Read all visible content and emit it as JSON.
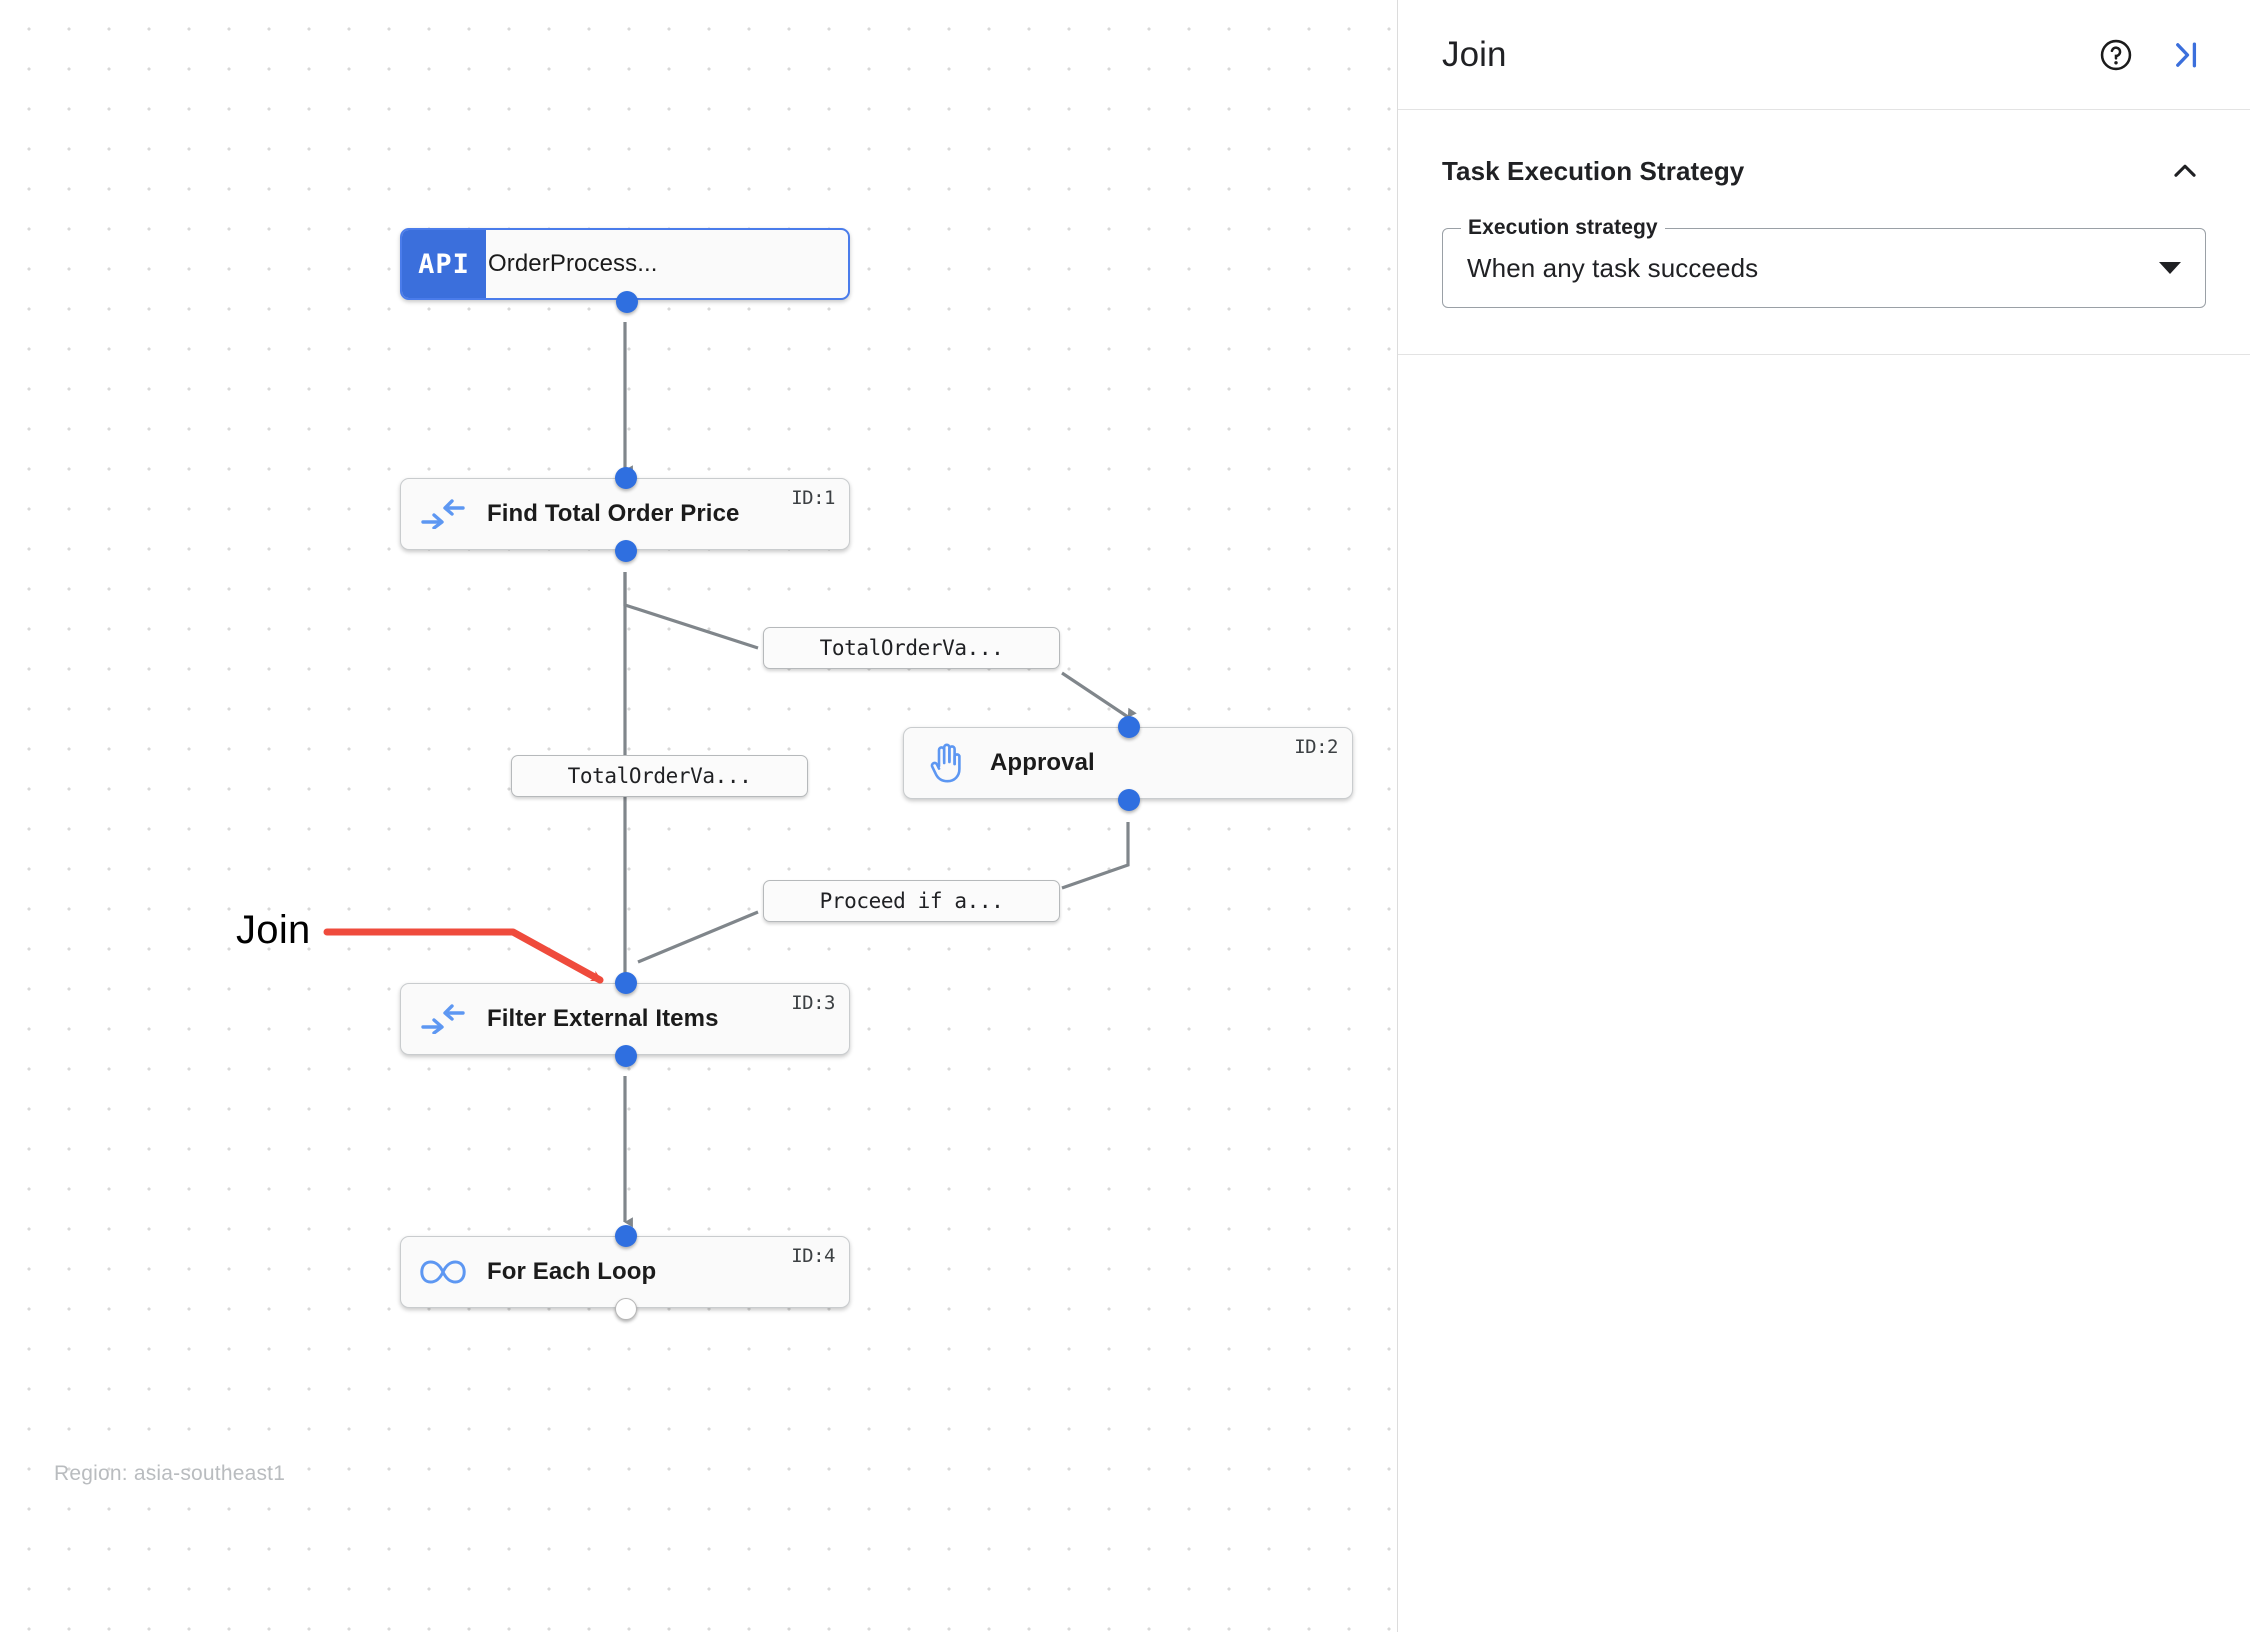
{
  "canvas": {
    "region_label": "Region: asia-southeast1",
    "annotation": {
      "label": "Join",
      "color": "#ef4b3c"
    },
    "nodes": [
      {
        "id": "",
        "title": "OrderProcess...",
        "icon": "api-badge-icon",
        "icon_text": "API",
        "selected": true
      },
      {
        "id": "ID:1",
        "title": "Find Total Order Price",
        "icon": "merge-arrows-icon",
        "icon_text": "",
        "selected": false
      },
      {
        "id": "ID:2",
        "title": "Approval",
        "icon": "raised-hand-icon",
        "icon_text": "",
        "selected": false
      },
      {
        "id": "ID:3",
        "title": "Filter External Items",
        "icon": "merge-arrows-icon",
        "icon_text": "",
        "selected": false
      },
      {
        "id": "ID:4",
        "title": "For Each Loop",
        "icon": "infinity-loop-icon",
        "icon_text": "",
        "selected": false
      }
    ],
    "edge_labels": [
      {
        "text": "TotalOrderVa..."
      },
      {
        "text": "TotalOrderVa..."
      },
      {
        "text": "Proceed if a..."
      }
    ],
    "colors": {
      "port": "#2f6fe0",
      "edge": "#80868b",
      "api_badge": "#3b6fdc",
      "node_icon": "#5d97f2"
    }
  },
  "panel": {
    "title": "Join",
    "help_icon": "help-circle-icon",
    "collapse_icon": "collapse-panel-right-icon",
    "section": {
      "title": "Task Execution Strategy",
      "collapse_icon": "chevron-up-icon",
      "field": {
        "label": "Execution strategy",
        "value": "When any task succeeds",
        "dropdown_icon": "caret-down-icon"
      }
    }
  }
}
